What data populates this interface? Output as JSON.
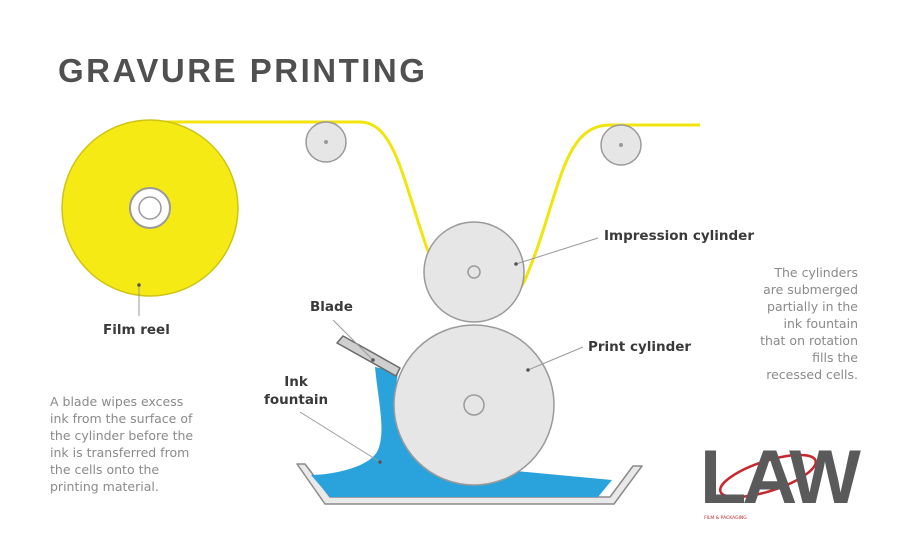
{
  "title": "GRAVURE PRINTING",
  "labels": {
    "film_reel": "Film reel",
    "impression_cylinder": "Impression cylinder",
    "print_cylinder": "Print cylinder",
    "blade": "Blade",
    "ink_fountain": [
      "Ink",
      "fountain"
    ]
  },
  "notes": {
    "blade_note": [
      "A blade wipes excess",
      "ink from the surface of",
      "the cylinder before the",
      "ink is transferred from",
      "the cells onto the",
      "printing material."
    ],
    "cylinder_note": [
      "The cylinders",
      "are submerged",
      "partially in the",
      "ink fountain",
      "that on rotation",
      "fills the",
      "recessed cells."
    ]
  },
  "logo": {
    "text": "LAW",
    "tagline": "FILM & PACKAGING"
  },
  "colors": {
    "film": "#f5ea14",
    "film_line": "#e4d800",
    "ink": "#2aa3dd",
    "roller_fill": "#e6e6e6",
    "roller_stroke": "#9a9a9a",
    "text": "#4a4a4a",
    "logo_accent": "#c8282d"
  }
}
